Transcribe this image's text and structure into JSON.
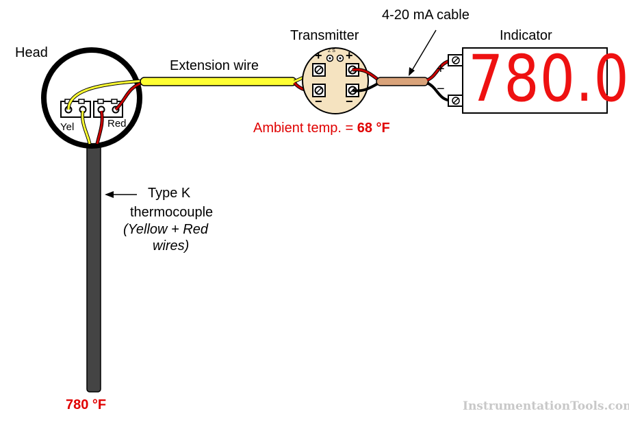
{
  "labels": {
    "head": "Head",
    "extension_wire": "Extension wire",
    "transmitter": "Transmitter",
    "cable": "4-20 mA cable",
    "indicator": "Indicator",
    "type_k": "Type K",
    "thermocouple": "thermocouple",
    "wires_line1": "(Yellow + Red",
    "wires_line2": "wires)",
    "terminal_yel": "Yel",
    "terminal_red": "Red",
    "ambient_prefix": "Ambient temp. = ",
    "ambient_value": "68 °F",
    "tip_temp": "780 °F",
    "plus": "+",
    "minus": "−",
    "zs": "Z S"
  },
  "indicator_display": "780.0",
  "watermark": "InstrumentationTools.com",
  "colors": {
    "yellow_wire": "#ffff33",
    "red_wire": "#cc0000",
    "black_wire": "#000000",
    "cable": "#d9a37a",
    "transmitter_body": "#f5e3c0",
    "display_digits": "#ee1111",
    "probe": "#444444",
    "label_red": "#e00000"
  }
}
